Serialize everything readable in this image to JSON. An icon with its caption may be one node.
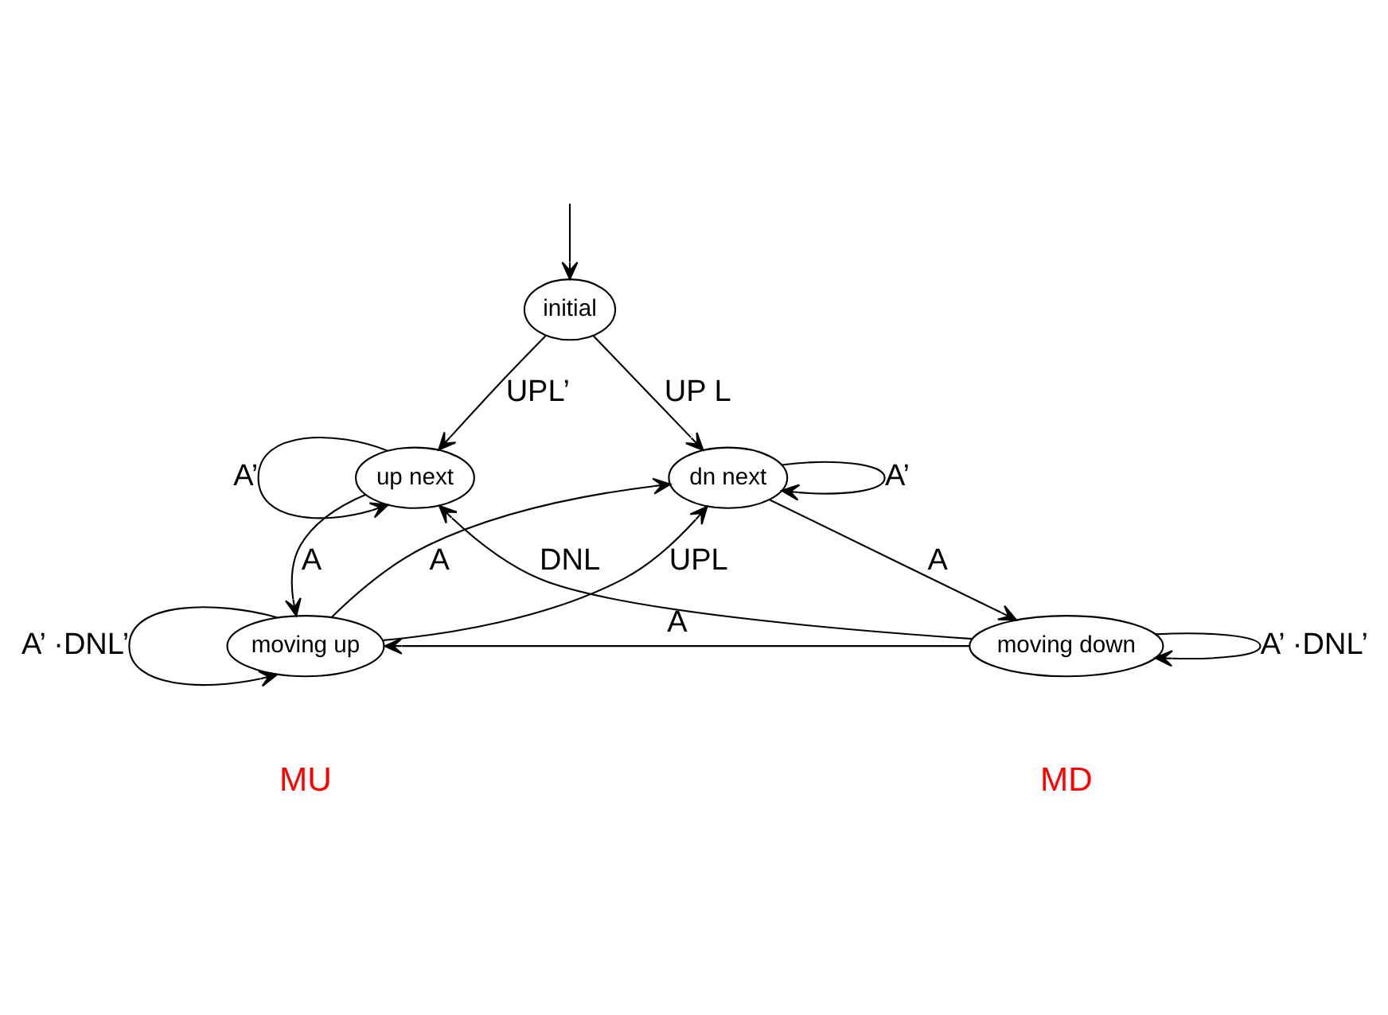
{
  "diagram": {
    "nodes": [
      {
        "text": [
          "initial"
        ]
      },
      {
        "text": [
          "up next"
        ]
      },
      {
        "text": [
          "dn next"
        ]
      },
      {
        "text": [
          "moving up"
        ],
        "beside": [
          "MU"
        ]
      },
      {
        "text": [
          "moving down"
        ],
        "beside": [
          "MD"
        ]
      }
    ],
    "edges": [
      {
        "from": null,
        "to": 0,
        "arrow": "to"
      },
      {
        "from": 0,
        "to": 1,
        "arrow": "to",
        "label": "UPL’"
      },
      {
        "from": 0,
        "to": 2,
        "arrow": "to",
        "label": "UP L"
      },
      {
        "from": 1,
        "to": 1,
        "arrow": "to",
        "label": "A’"
      },
      {
        "from": 2,
        "to": 2,
        "arrow": "to",
        "label": "A’"
      },
      {
        "from": 1,
        "to": 3,
        "arrow": "to",
        "label": "A"
      },
      {
        "from": 3,
        "to": 2,
        "arrow": "to",
        "label": "A"
      },
      {
        "from": 2,
        "to": 4,
        "arrow": "to",
        "label": "A"
      },
      {
        "from": 4,
        "to": 3,
        "arrow": "to",
        "label": "A"
      },
      {
        "from": 3,
        "to": 3,
        "arrow": "to",
        "label": "A’ ·DNL’"
      },
      {
        "from": 4,
        "to": 4,
        "arrow": "to",
        "label": "A’ ·DNL’"
      },
      {
        "from": 4,
        "to": 1,
        "arrow": "to",
        "label": "DNL"
      },
      {
        "from": 3,
        "to": 2,
        "arrow": "to",
        "label": "UPL"
      }
    ]
  }
}
